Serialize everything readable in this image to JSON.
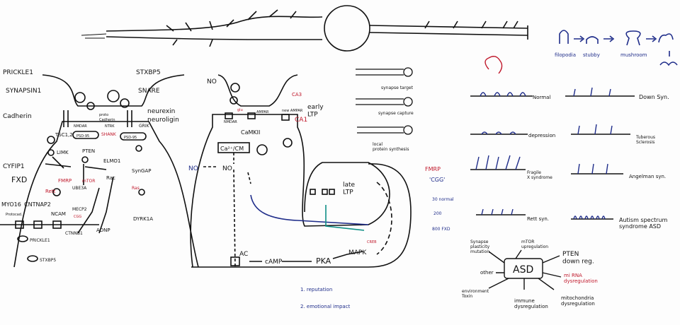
{
  "colors": {
    "ink": "#111111",
    "blue": "#1f2d8a",
    "red": "#c0182b",
    "teal": "#0f8f86"
  },
  "left": {
    "prickle1": "PRICKLE1",
    "synapsin1": "SYNAPSIN1",
    "stxbp5": "STXBP5",
    "snare": "SNARE",
    "cadherin": "Cadherin",
    "neurexin": "neurexin",
    "neuroligin": "neuroligin",
    "proto": "proto",
    "cadherin_small": "Cadherin",
    "nmdar": "NMDAR",
    "ntrk": "NTRK",
    "grik": "GRIK",
    "psd95_left": "PSD-95",
    "psd95_right": "PSD-95",
    "shank": "SHANK",
    "tsc": "TSC1,2",
    "limk": "LIMK",
    "pten": "PTEN",
    "elmo1": "ELMO1",
    "cyfip1": "CYFIP1",
    "fxd": "FXD",
    "fmrp": "FMRP",
    "mtor": "mTOR",
    "rac": "Rac",
    "syngap": "SynGAP",
    "ras": "Ras",
    "rett": "Rett",
    "ube3a": "UBE3A",
    "myo16": "MYO16",
    "cntnap2": "CNTNAP2",
    "protocad": "Protocad.",
    "ncam": "NCAM",
    "mecp2": "MECP2",
    "cgg": "CGG",
    "dyrk1a": "DYRK1A",
    "adnp": "ADNP",
    "ctnnb1": "CTNNB1",
    "prickle1_bottom": "PRICKLE1",
    "stxbp5_bottom": "STXBP5"
  },
  "middle": {
    "no_top": "NO",
    "ca3": "CA3",
    "glu": "glu",
    "ampar": "AMPAR",
    "new_ampar": "new AMPAR",
    "ca1": "CA1",
    "early_ltp": "early\nLTP",
    "nmdar": "NMDAR",
    "camkii": "CaMKII",
    "ca_cm": "Ca²⁺/CM",
    "no_left": "NO",
    "no_mid": "NO",
    "late_ltp": "late\nLTP",
    "ac": "AC",
    "camp": "cAMP",
    "pka": "PKA",
    "mapk": "MAPK",
    "creb": "CREB",
    "synapse_target": "synapse target",
    "synapse_capture": "synapse capture",
    "local_protein": "local\nprotein synthesis",
    "reputation": "1. reputation",
    "emotional": "2. emotional impact"
  },
  "spines": {
    "filopodia": "filopodia",
    "stubby": "stubby",
    "mushroom": "mushroom"
  },
  "right": {
    "normal": "Normal",
    "depression": "depression",
    "fragile_x": "Fragile\nX syndrome",
    "rett_syn": "Rett syn.",
    "down": "Down Syn.",
    "tuberous": "Tuberous\nSclerosis",
    "angelman": "Angelman syn.",
    "autism": "Autism spectrum\nsyndrome ASD",
    "fmrp": "FMRP",
    "cgg": "'CGG'",
    "n30": "30 normal",
    "n200": "200",
    "n800": "800 FXD"
  },
  "asd": {
    "center": "ASD",
    "synapse": "Synapse\nplasticity\nmutation",
    "mtor": "mTOR\nupregulation",
    "pten": "PTEN\ndown reg.",
    "mirna": "mi RNA\ndysregulation",
    "other": "other",
    "environment": "environment\nToxin",
    "immune": "immune\ndysregulation",
    "mito": "mitochondria\ndysregulation"
  }
}
